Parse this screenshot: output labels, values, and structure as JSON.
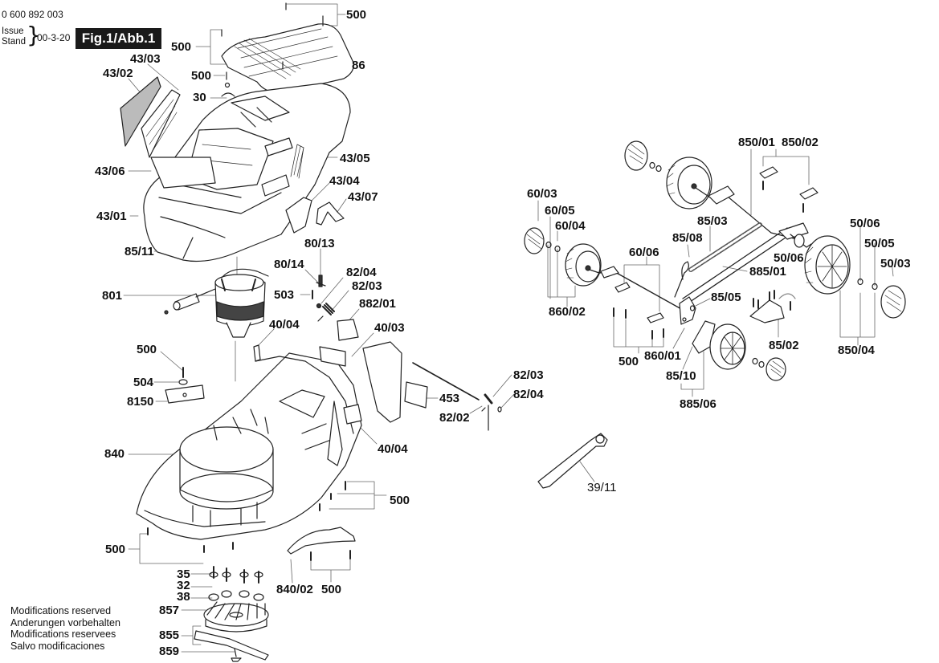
{
  "header": {
    "part_number": "0 600 892 003",
    "issue_label_en": "Issue",
    "issue_label_de": "Stand",
    "issue_date": "00-3-20",
    "figure_label": "Fig.1/Abb.1"
  },
  "notes": [
    "Modifications reserved",
    "Anderungen vorbehalten",
    "Modifications reservees",
    "Salvo modificaciones"
  ],
  "labels": {
    "l500_top": "500",
    "l500_cover": "500",
    "l500_vent": "500",
    "l86": "86",
    "l30": "30",
    "l43_03": "43/03",
    "l43_02": "43/02",
    "l43_05": "43/05",
    "l43_06": "43/06",
    "l43_04": "43/04",
    "l43_07": "43/07",
    "l43_01": "43/01",
    "l85_11": "85/11",
    "l80_13": "80/13",
    "l80_14": "80/14",
    "l82_04_a": "82/04",
    "l82_03_a": "82/03",
    "l882_01": "882/01",
    "l503": "503",
    "l801": "801",
    "l40_04_a": "40/04",
    "l40_03": "40/03",
    "l500_blade": "500",
    "l504": "504",
    "l8150": "8150",
    "l453": "453",
    "l82_03_b": "82/03",
    "l82_04_b": "82/04",
    "l82_02": "82/02",
    "l840": "840",
    "l40_04_b": "40/04",
    "l500_right": "500",
    "l500_left": "500",
    "l35": "35",
    "l32": "32",
    "l38": "38",
    "l840_02": "840/02",
    "l500_guard": "500",
    "l857": "857",
    "l855": "855",
    "l859": "859",
    "l39_11": "39/11",
    "l850_01": "850/01",
    "l850_02": "850/02",
    "l60_03": "60/03",
    "l60_05": "60/05",
    "l60_04": "60/04",
    "l85_03": "85/03",
    "l85_08": "85/08",
    "l50_06_a": "50/06",
    "l50_05": "50/05",
    "l50_06_b": "50/06",
    "l50_03": "50/03",
    "l60_06": "60/06",
    "l885_01": "885/01",
    "l860_02": "860/02",
    "l85_05": "85/05",
    "l85_02": "85/02",
    "l500_axle": "500",
    "l860_01": "860/01",
    "l85_10": "85/10",
    "l850_04": "850/04",
    "l885_06": "885/06"
  }
}
